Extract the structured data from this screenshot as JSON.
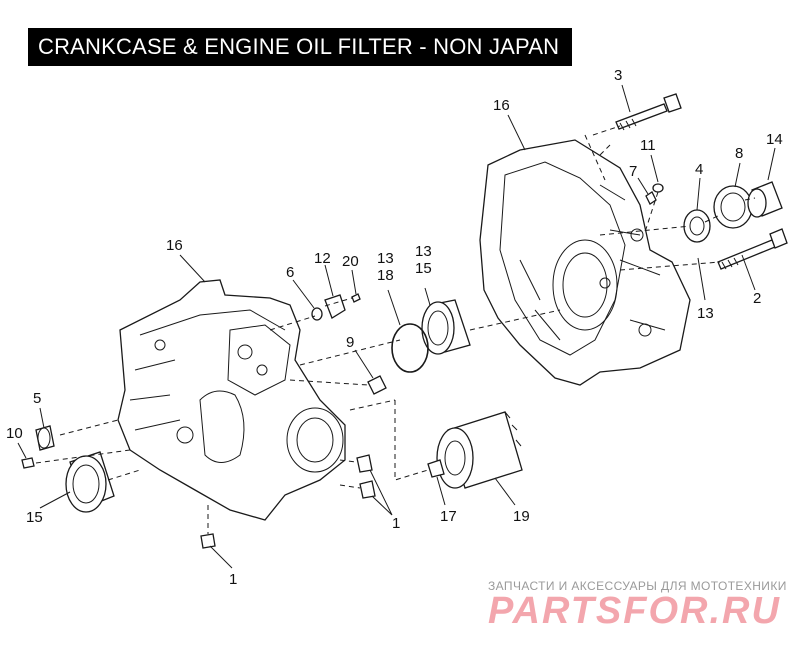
{
  "title": "CRANKCASE & ENGINE OIL FILTER - NON JAPAN",
  "watermark": {
    "subtitle": "ЗАПЧАСТИ И АКСЕССУАРЫ ДЛЯ МОТОТЕХНИКИ",
    "logo": "PARTSFOR.RU",
    "color": "#f3a6ad"
  },
  "callouts": {
    "c16a": "16",
    "c3": "3",
    "c11": "11",
    "c7": "7",
    "c4": "4",
    "c8": "8",
    "c14": "14",
    "c13a": "13",
    "c15a": "15",
    "c13b": "13",
    "c18": "18",
    "c12": "12",
    "c20": "20",
    "c16b": "16",
    "c6": "6",
    "c9": "9",
    "c2": "2",
    "c13c": "13",
    "c5": "5",
    "c10": "10",
    "c15b": "15",
    "c1a": "1",
    "c17": "17",
    "c19": "19",
    "c1b": "1"
  }
}
